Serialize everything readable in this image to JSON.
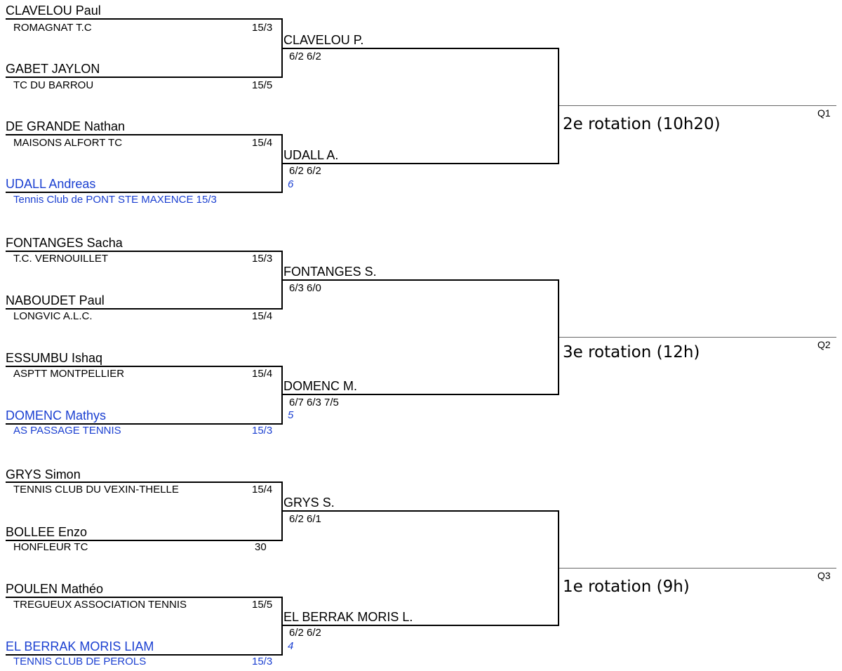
{
  "players": [
    {
      "name": "CLAVELOU Paul",
      "club": "ROMAGNAT T.C",
      "rank": "15/3"
    },
    {
      "name": "GABET JAYLON",
      "club": "TC DU BARROU",
      "rank": "15/5"
    },
    {
      "name": "DE GRANDE Nathan",
      "club": "MAISONS ALFORT TC",
      "rank": "15/4"
    },
    {
      "name": "UDALL Andreas",
      "club": "Tennis Club de PONT STE MAXENCE 15/3",
      "rank": "",
      "seeded": true
    },
    {
      "name": "FONTANGES Sacha",
      "club": "T.C. VERNOUILLET",
      "rank": "15/3"
    },
    {
      "name": "NABOUDET Paul",
      "club": "LONGVIC A.L.C.",
      "rank": "15/4"
    },
    {
      "name": "ESSUMBU Ishaq",
      "club": "ASPTT MONTPELLIER",
      "rank": "15/4"
    },
    {
      "name": "DOMENC Mathys",
      "club": "AS PASSAGE TENNIS",
      "rank": "15/3",
      "seeded": true
    },
    {
      "name": "GRYS Simon",
      "club": "TENNIS CLUB DU VEXIN-THELLE",
      "rank": "15/4"
    },
    {
      "name": "BOLLEE Enzo",
      "club": "HONFLEUR TC",
      "rank": "30"
    },
    {
      "name": "POULEN Mathéo",
      "club": "TREGUEUX ASSOCIATION TENNIS",
      "rank": "15/5"
    },
    {
      "name": "EL BERRAK MORIS LIAM",
      "club": "TENNIS CLUB DE PEROLS",
      "rank": "15/3",
      "seeded": true
    }
  ],
  "matches": [
    {
      "winner": "CLAVELOU P.",
      "score": "6/2 6/2",
      "seed": ""
    },
    {
      "winner": "UDALL A.",
      "score": "6/2 6/2",
      "seed": "6"
    },
    {
      "winner": "FONTANGES S.",
      "score": "6/3 6/0",
      "seed": ""
    },
    {
      "winner": "DOMENC M.",
      "score": "6/7 6/3 7/5",
      "seed": "5"
    },
    {
      "winner": "GRYS S.",
      "score": "6/2 6/1",
      "seed": ""
    },
    {
      "winner": "EL BERRAK MORIS L.",
      "score": "6/2 6/2",
      "seed": "4"
    }
  ],
  "qualifiers": [
    {
      "rotation": "2e rotation (10h20)",
      "label": "Q1"
    },
    {
      "rotation": "3e rotation (12h)",
      "label": "Q2"
    },
    {
      "rotation": "1e rotation (9h)",
      "label": "Q3"
    }
  ],
  "colors": {
    "seeded_text": "#1a3fd1",
    "lines": "#000000"
  }
}
